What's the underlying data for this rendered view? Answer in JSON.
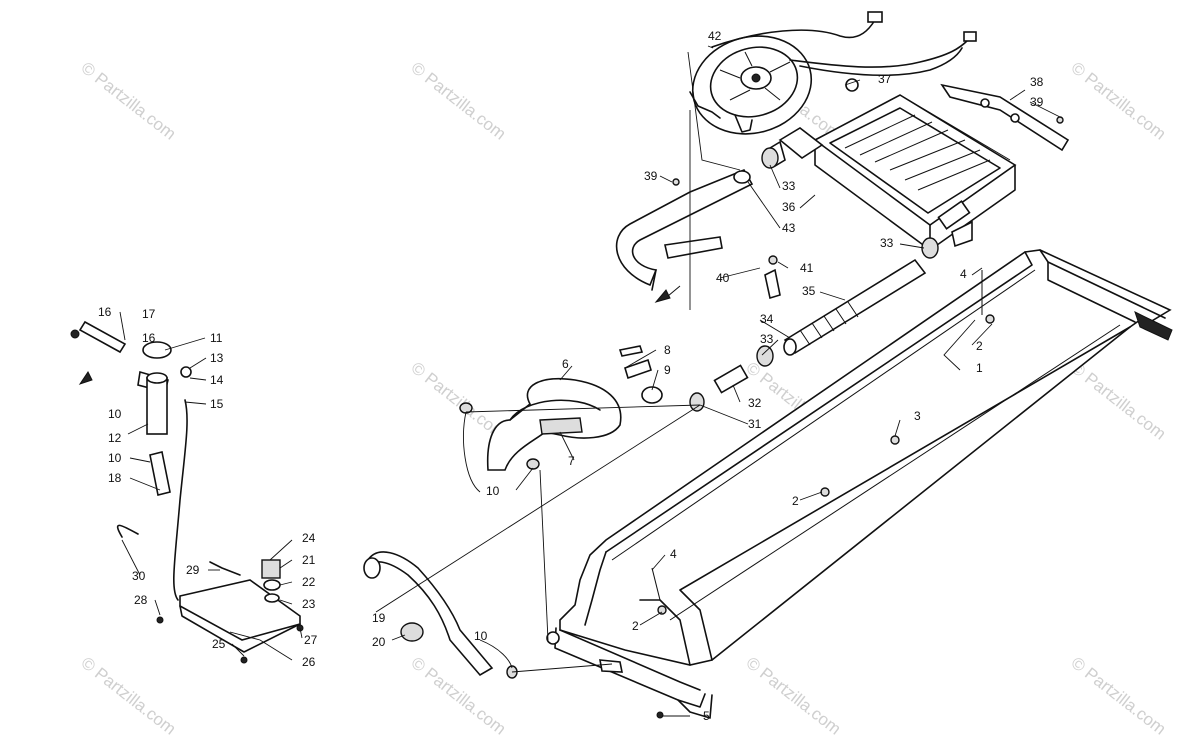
{
  "watermark": "© Partzilla.com",
  "callouts": [
    {
      "num": "1"
    },
    {
      "num": "2"
    },
    {
      "num": "2"
    },
    {
      "num": "2"
    },
    {
      "num": "3"
    },
    {
      "num": "4"
    },
    {
      "num": "4"
    },
    {
      "num": "5"
    },
    {
      "num": "6"
    },
    {
      "num": "7"
    },
    {
      "num": "8"
    },
    {
      "num": "9"
    },
    {
      "num": "10"
    },
    {
      "num": "10"
    },
    {
      "num": "10"
    },
    {
      "num": "10"
    },
    {
      "num": "11"
    },
    {
      "num": "12"
    },
    {
      "num": "13"
    },
    {
      "num": "14"
    },
    {
      "num": "15"
    },
    {
      "num": "16"
    },
    {
      "num": "16"
    },
    {
      "num": "17"
    },
    {
      "num": "18"
    },
    {
      "num": "19"
    },
    {
      "num": "20"
    },
    {
      "num": "21"
    },
    {
      "num": "22"
    },
    {
      "num": "23"
    },
    {
      "num": "24"
    },
    {
      "num": "25"
    },
    {
      "num": "26"
    },
    {
      "num": "27"
    },
    {
      "num": "28"
    },
    {
      "num": "29"
    },
    {
      "num": "30"
    },
    {
      "num": "31"
    },
    {
      "num": "32"
    },
    {
      "num": "33"
    },
    {
      "num": "33"
    },
    {
      "num": "33"
    },
    {
      "num": "34"
    },
    {
      "num": "35"
    },
    {
      "num": "36"
    },
    {
      "num": "37"
    },
    {
      "num": "38"
    },
    {
      "num": "39"
    },
    {
      "num": "39"
    },
    {
      "num": "40"
    },
    {
      "num": "41"
    },
    {
      "num": "42"
    },
    {
      "num": "43"
    }
  ]
}
